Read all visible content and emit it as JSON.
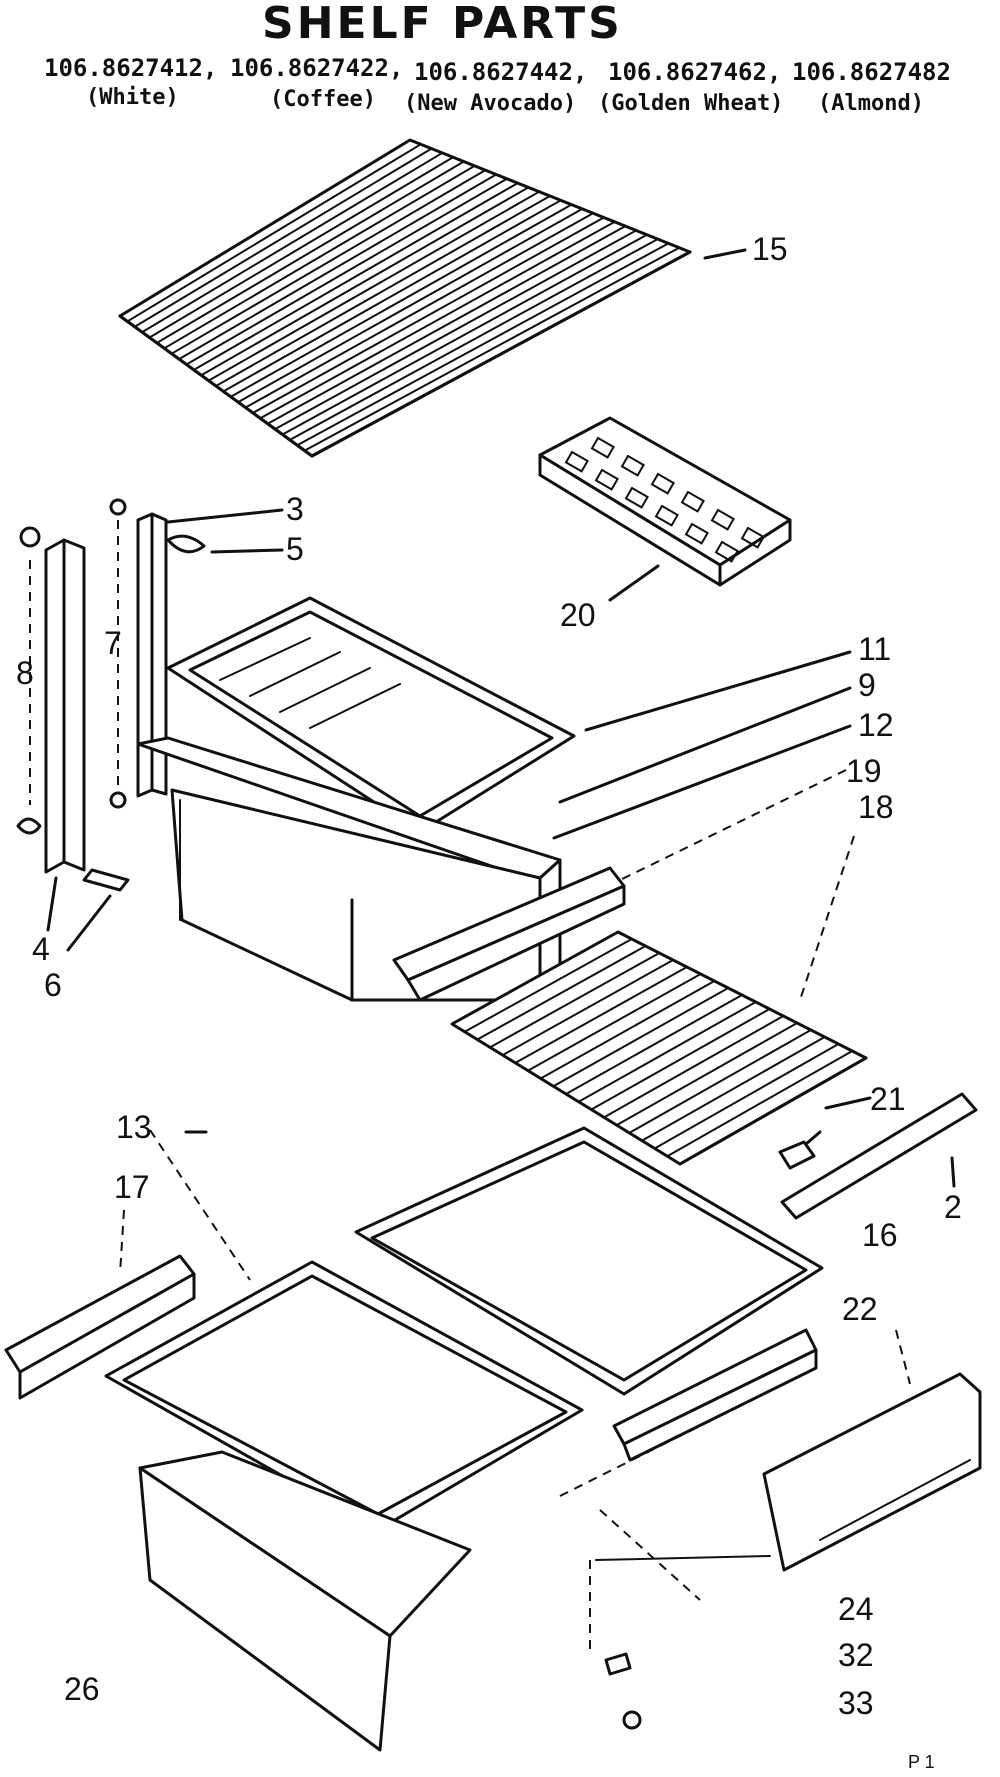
{
  "header": {
    "title": "SHELF PARTS",
    "models": [
      {
        "number": "106.8627412,",
        "color": "(White)"
      },
      {
        "number": "106.8627422,",
        "color": "(Coffee)"
      },
      {
        "number": "106.8627442,",
        "color": "(New Avocado)"
      },
      {
        "number": "106.8627462,",
        "color": "(Golden Wheat)"
      },
      {
        "number": "106.8627482",
        "color": "(Almond)"
      }
    ]
  },
  "callouts": [
    "15",
    "20",
    "3",
    "5",
    "7",
    "8",
    "4",
    "6",
    "11",
    "9",
    "12",
    "19",
    "18",
    "21",
    "2",
    "16",
    "13",
    "17",
    "22",
    "24",
    "32",
    "33",
    "26"
  ],
  "footer": {
    "page_mark": "P 1"
  }
}
